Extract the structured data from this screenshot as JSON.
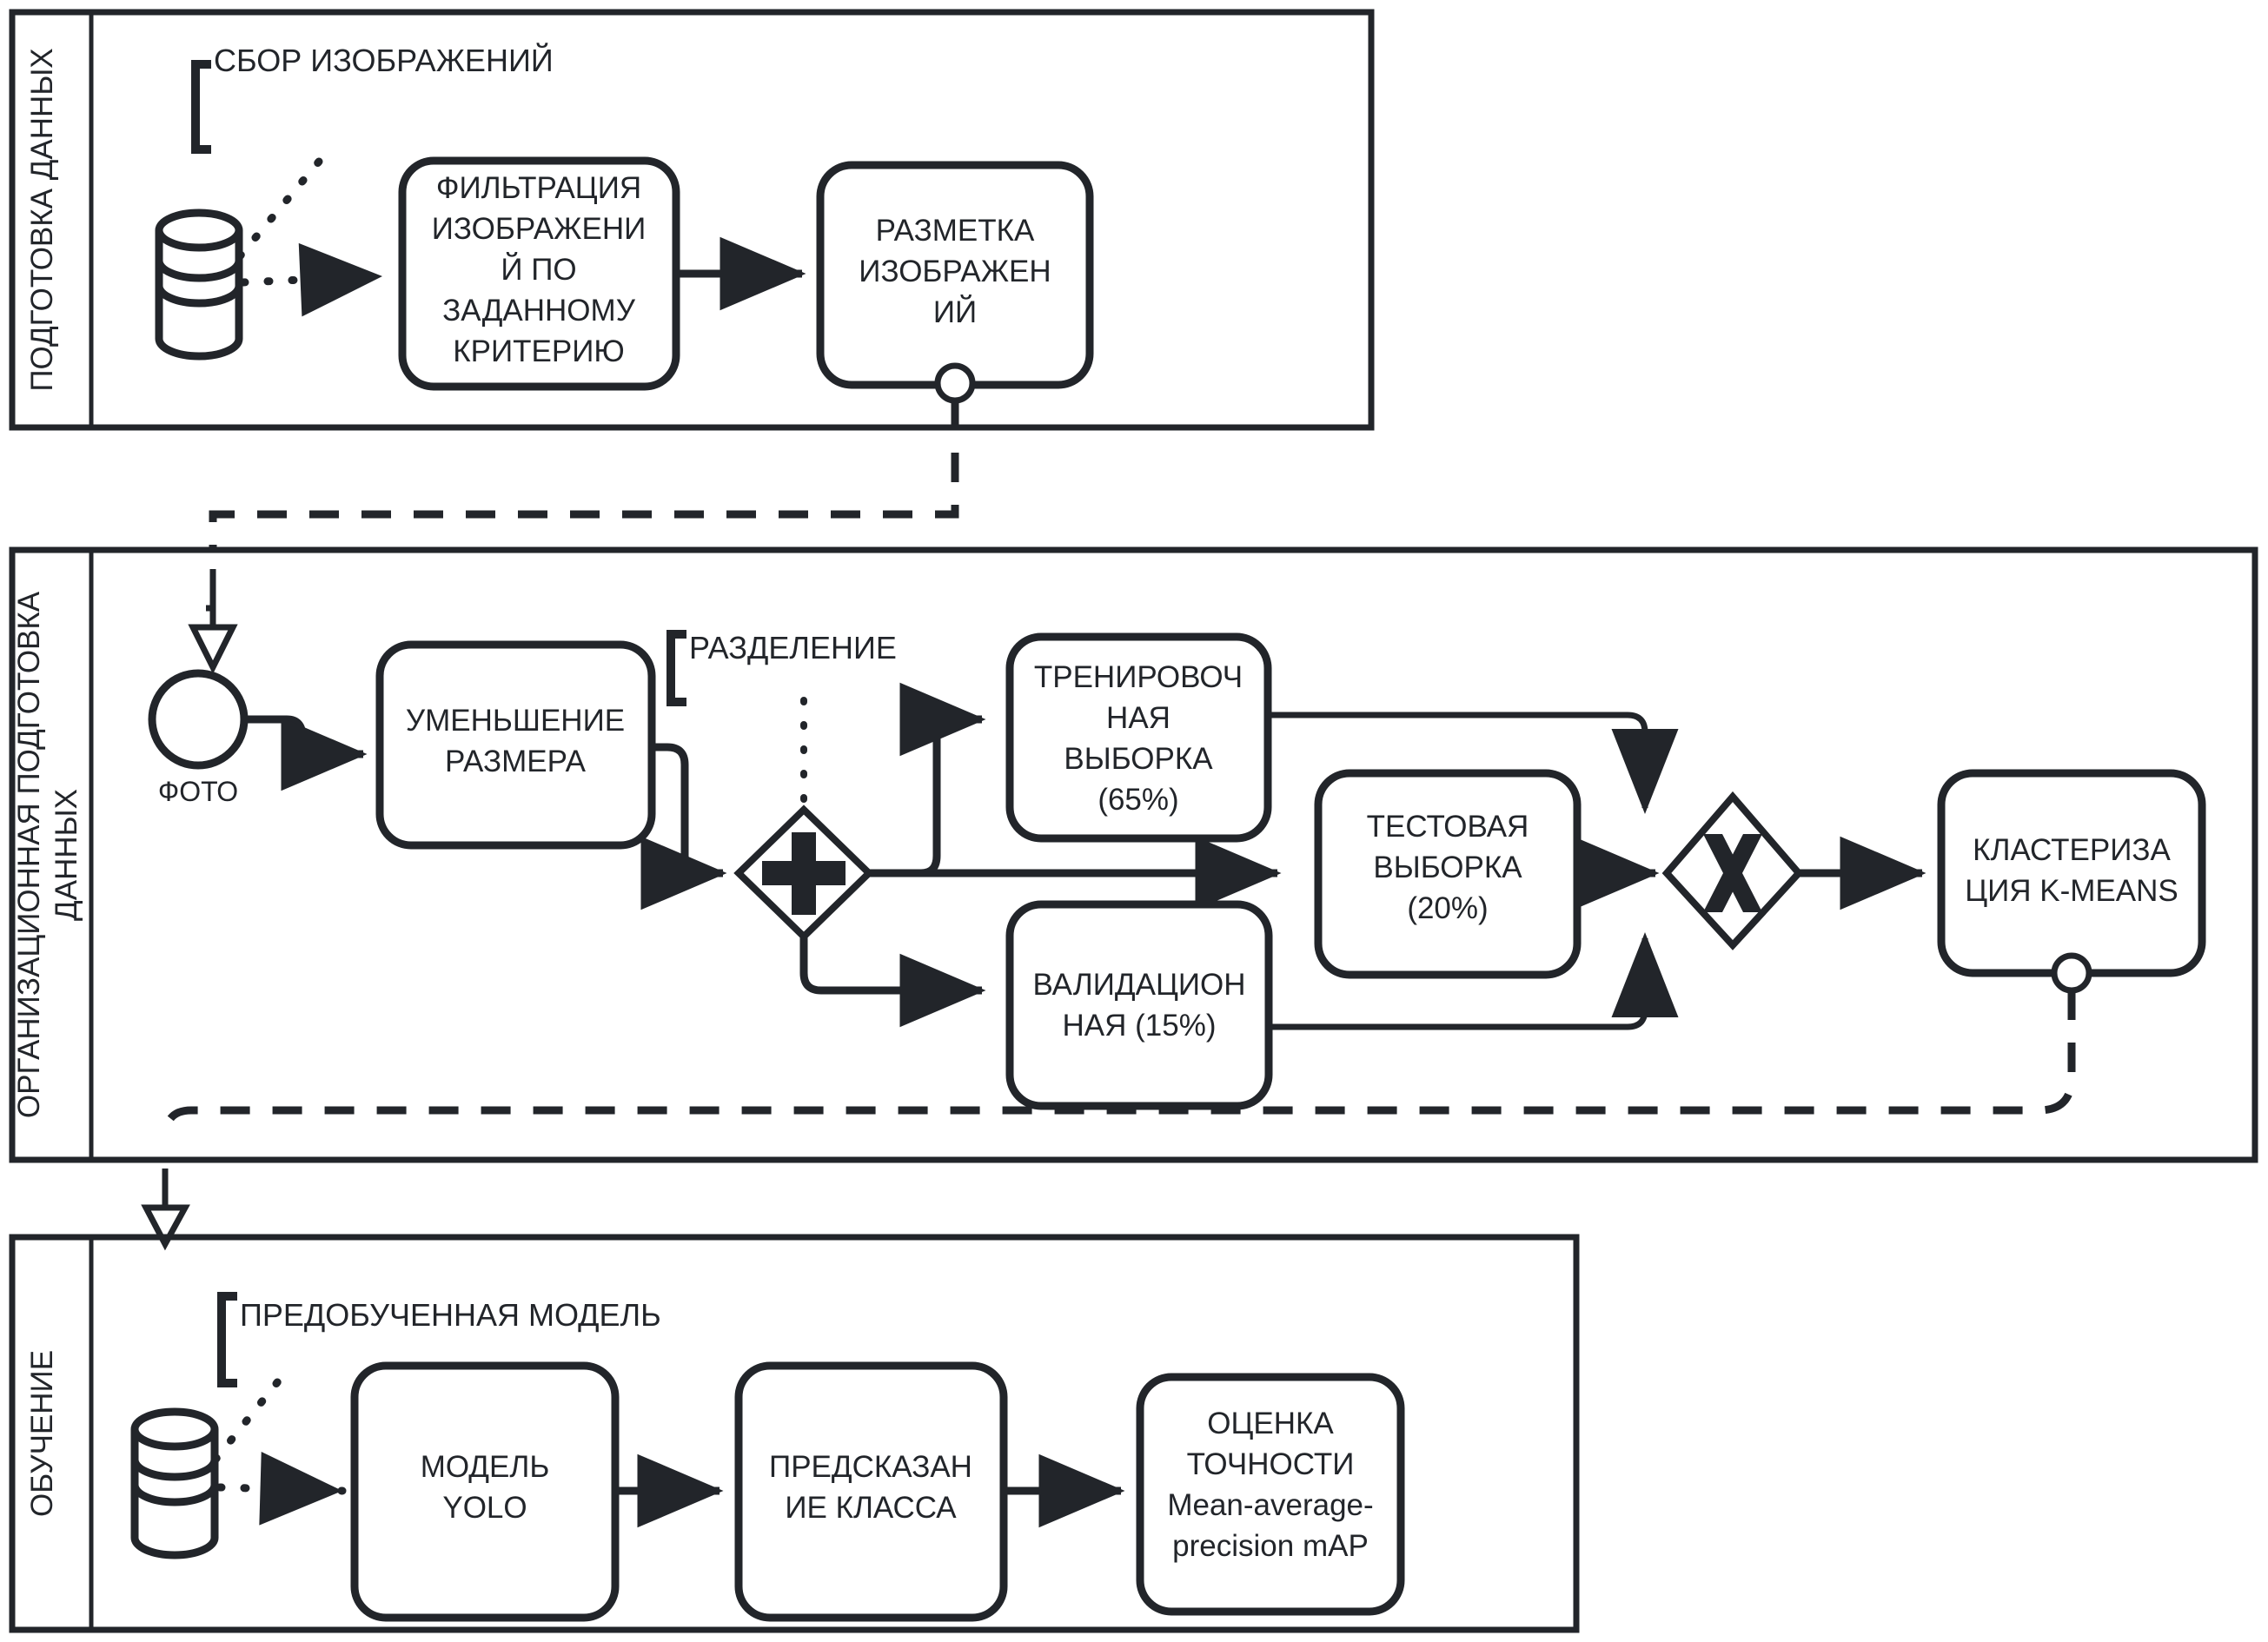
{
  "diagram": {
    "title": "BPMN process: image dataset preparation, organization and model training",
    "ink_color": "#22252a",
    "background": "#ffffff"
  },
  "pools": [
    {
      "id": "pool-data-prep",
      "label": "ПОДГОТОВКА ДАННЫХ",
      "annotation": "СБОР ИЗОБРАЖЕНИЙ",
      "datastore_name": "data-store-icon",
      "tasks": [
        {
          "id": "filter",
          "lines": [
            "ФИЛЬТРАЦИЯ",
            "ИЗОБРАЖЕНИ",
            "Й ПО",
            "ЗАДАННОМУ",
            "КРИТЕРИЮ"
          ]
        },
        {
          "id": "annotate",
          "lines": [
            "РАЗМЕТКА",
            "ИЗОБРАЖЕН",
            "ИЙ"
          ]
        }
      ],
      "end_event": "message-end-event"
    },
    {
      "id": "pool-org-prep",
      "label": "ОРГАНИЗАЦИОННАЯ ПОДГОТОВКА ДАННЫХ",
      "annotation": "РАЗДЕЛЕНИЕ",
      "start_event_label": "ФОТО",
      "gateways": [
        {
          "id": "gw-parallel",
          "symbol": "+",
          "name": "parallel-gateway"
        },
        {
          "id": "gw-exclusive",
          "symbol": "X",
          "name": "exclusive-gateway"
        }
      ],
      "tasks": [
        {
          "id": "resize",
          "lines": [
            "УМЕНЬШЕНИЕ",
            "РАЗМЕРА"
          ]
        },
        {
          "id": "train",
          "lines": [
            "ТРЕНИРОВОЧ",
            "НАЯ",
            "ВЫБОРКА",
            "(65%)"
          ],
          "share": "65%"
        },
        {
          "id": "test",
          "lines": [
            "ТЕСТОВАЯ",
            "ВЫБОРКА",
            "(20%)"
          ],
          "share": "20%"
        },
        {
          "id": "valid",
          "lines": [
            "ВАЛИДАЦИОН",
            "НАЯ (15%)"
          ],
          "share": "15%"
        },
        {
          "id": "kmeans",
          "lines": [
            "КЛАСТЕРИЗА",
            "ЦИЯ K-MEANS"
          ]
        }
      ],
      "end_event": "message-end-event"
    },
    {
      "id": "pool-training",
      "label": "ОБУЧЕНИЕ",
      "annotation": "ПРЕДОБУЧЕННАЯ МОДЕЛЬ",
      "datastore_name": "data-store-icon",
      "tasks": [
        {
          "id": "yolo",
          "lines": [
            "МОДЕЛЬ",
            "YOLO"
          ]
        },
        {
          "id": "predict",
          "lines": [
            "ПРЕДСКАЗАН",
            "ИЕ КЛАССА"
          ]
        },
        {
          "id": "accuracy",
          "lines": [
            "ОЦЕНКА",
            "ТОЧНОСТИ",
            "Mean-average-",
            "precision mAP"
          ]
        }
      ]
    }
  ],
  "labels": {
    "pool1_name": "ПОДГОТОВКА ДАННЫХ",
    "pool2_name_l1": "ОРГАНИЗАЦИОННАЯ ПОДГОТОВКА",
    "pool2_name_l2": "ДАННЫХ",
    "pool3_name": "ОБУЧЕНИЕ",
    "annot1": "СБОР ИЗОБРАЖЕНИЙ",
    "annot2": "РАЗДЕЛЕНИЕ",
    "annot3": "ПРЕДОБУЧЕННАЯ МОДЕЛЬ",
    "start_event": "ФОТО",
    "filter_l1": "ФИЛЬТРАЦИЯ",
    "filter_l2": "ИЗОБРАЖЕНИ",
    "filter_l3": "Й ПО",
    "filter_l4": "ЗАДАННОМУ",
    "filter_l5": "КРИТЕРИЮ",
    "annotate_l1": "РАЗМЕТКА",
    "annotate_l2": "ИЗОБРАЖЕН",
    "annotate_l3": "ИЙ",
    "resize_l1": "УМЕНЬШЕНИЕ",
    "resize_l2": "РАЗМЕРА",
    "train_l1": "ТРЕНИРОВОЧ",
    "train_l2": "НАЯ",
    "train_l3": "ВЫБОРКА",
    "train_l4": "(65%)",
    "test_l1": "ТЕСТОВАЯ",
    "test_l2": "ВЫБОРКА",
    "test_l3": "(20%)",
    "valid_l1": "ВАЛИДАЦИОН",
    "valid_l2": "НАЯ (15%)",
    "kmeans_l1": "КЛАСТЕРИЗА",
    "kmeans_l2": "ЦИЯ K-MEANS",
    "yolo_l1": "МОДЕЛЬ",
    "yolo_l2": "YOLO",
    "predict_l1": "ПРЕДСКАЗАН",
    "predict_l2": "ИЕ КЛАССА",
    "acc_l1": "ОЦЕНКА",
    "acc_l2": "ТОЧНОСТИ",
    "acc_l3": "Mean-average-",
    "acc_l4": "precision mAP",
    "gw_parallel_symbol": "+",
    "gw_exclusive_symbol": "X"
  }
}
